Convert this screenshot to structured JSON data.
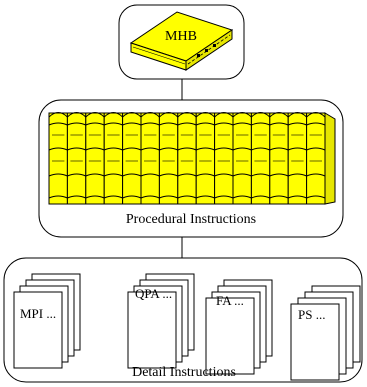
{
  "top": {
    "book_label": "MHB",
    "book_color": "#FFFF00"
  },
  "middle": {
    "caption": "Procedural Instructions",
    "binder_color": "#FFFF00"
  },
  "bottom": {
    "caption": "Detail Instructions",
    "stacks": [
      {
        "label": "MPI ..."
      },
      {
        "label": "QPA ..."
      },
      {
        "label": "FA ..."
      },
      {
        "label": "PS ..."
      }
    ]
  }
}
